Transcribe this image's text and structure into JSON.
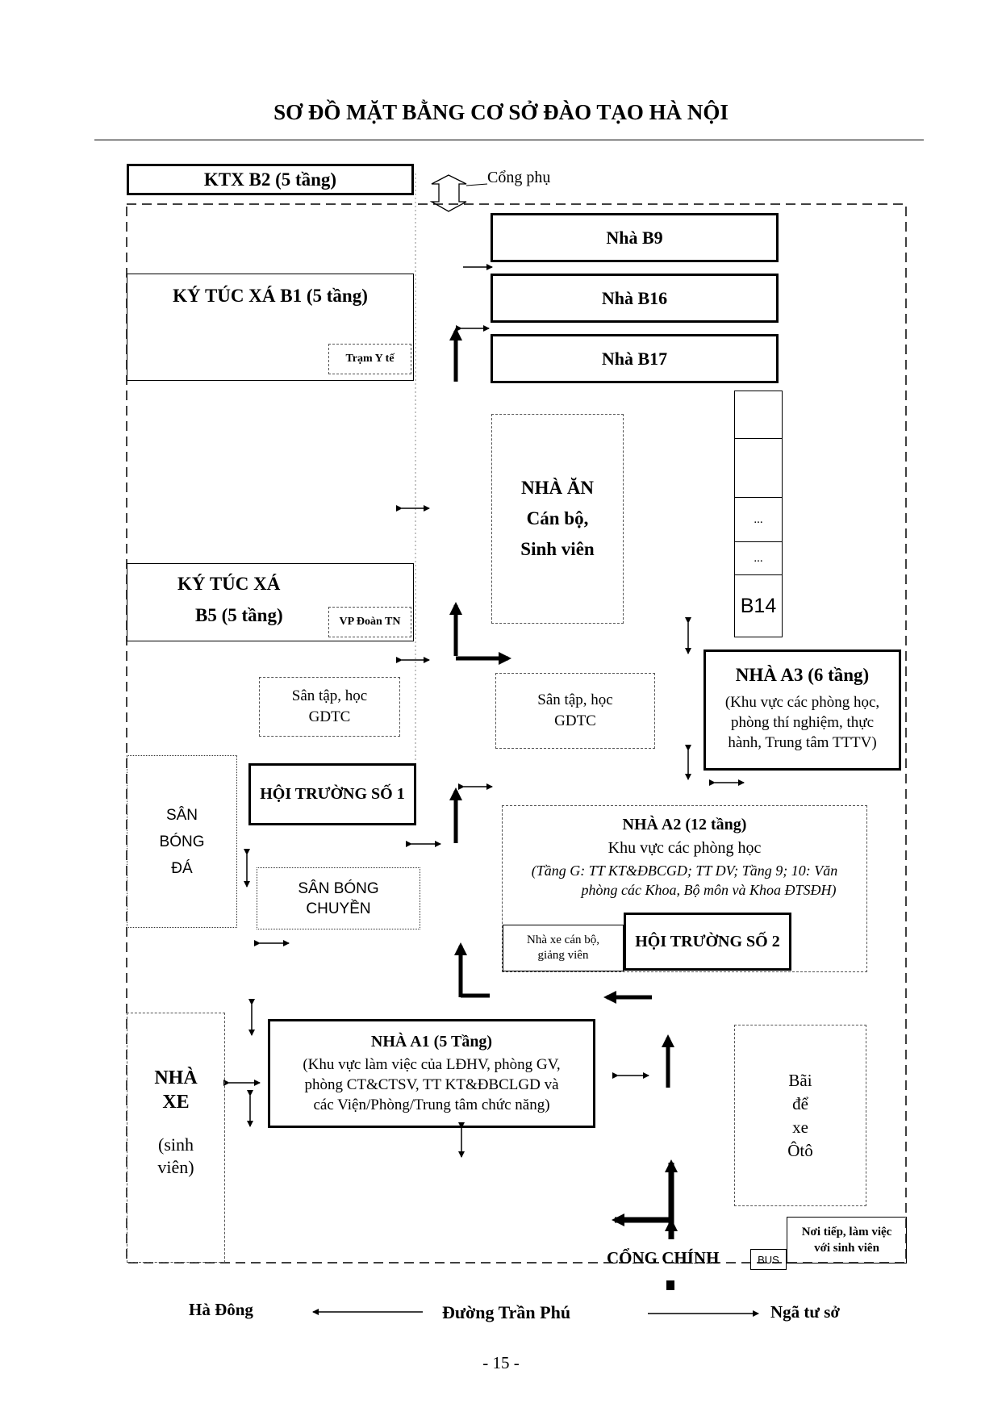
{
  "title": "SƠ ĐỒ MẶT BẰNG CƠ SỞ ĐÀO TẠO HÀ NỘI",
  "gates": {
    "side": "Cổng phụ",
    "main": "CỔNG CHÍNH",
    "bus": "BUS"
  },
  "buildings": {
    "ktx_b2": "KTX B2 (5 tầng)",
    "b9": "Nhà B9",
    "b16": "Nhà B16",
    "b17": "Nhà B17",
    "ktx_b1": "KÝ TÚC XÁ B1 (5 tầng)",
    "tram_y_te": "Trạm Y tế",
    "nha_an": [
      "NHÀ ĂN",
      "Cán bộ,",
      "Sinh viên"
    ],
    "b14_cells": [
      "",
      "",
      "...",
      "...",
      "B14"
    ],
    "ktx_b5": [
      "KÝ TÚC XÁ",
      "B5 (5 tầng)"
    ],
    "vp_doan": "VP Đoàn TN",
    "san_tap_1": [
      "Sân tập, học",
      "GDTC"
    ],
    "san_tap_2": [
      "Sân tập, học",
      "GDTC"
    ],
    "a3": {
      "title": "NHÀ A3 (6 tầng)",
      "desc": [
        "(Khu vực các phòng học,",
        "phòng thí nghiệm, thực",
        "hành, Trung tâm TTTV)"
      ]
    },
    "san_bong_da": [
      "SÂN",
      "BÓNG",
      "ĐÁ"
    ],
    "hoi_truong_1": "HỘI TRƯỜNG SỐ 1",
    "a2": {
      "title": "NHÀ A2 (12 tầng)",
      "subtitle": "Khu vực các phòng học",
      "note": [
        "(Tầng G: TT KT&ĐBCGD; TT DV; Tầng 9; 10: Văn",
        "phòng các Khoa, Bộ môn và Khoa ĐTSĐH)"
      ]
    },
    "san_bong_chuyen": [
      "SÂN BÓNG",
      "CHUYỀN"
    ],
    "nha_xe_can_bo": [
      "Nhà xe cán bộ,",
      "giảng viên"
    ],
    "hoi_truong_2": "HỘI TRƯỜNG SỐ 2",
    "nha_xe_sv": {
      "title": [
        "NHÀ",
        "XE"
      ],
      "sub": [
        "(sinh",
        "viên)"
      ]
    },
    "a1": {
      "title": "NHÀ A1 (5 Tầng)",
      "desc": [
        "(Khu vực  làm việc của LĐHV, phòng GV,",
        "phòng CT&CTSV, TT KT&ĐBCLGD và",
        "các Viện/Phòng/Trung tâm chức năng)"
      ]
    },
    "bai_do_xe": [
      "Bãi",
      "để",
      "xe",
      "Ôtô"
    ],
    "noi_tiep": [
      "Nơi tiếp, làm việc",
      "với sinh viên"
    ]
  },
  "street": {
    "left": "Hà Đông",
    "center": "Đường Trần Phú",
    "right": "Ngã tư sở"
  },
  "page_number": "- 15 -"
}
